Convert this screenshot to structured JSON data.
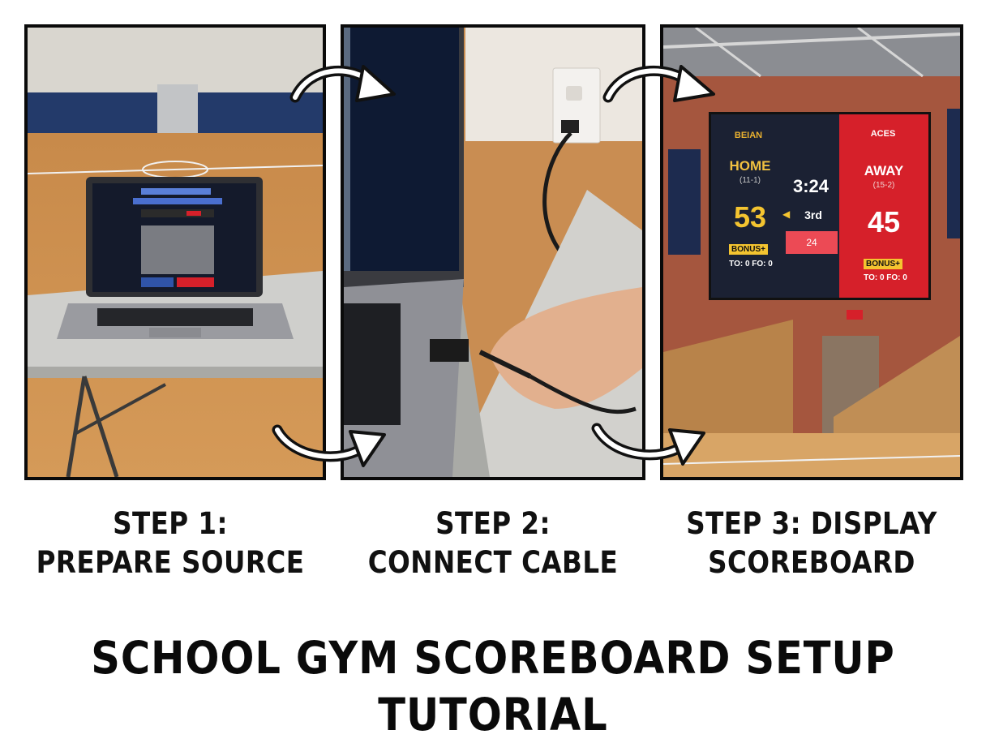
{
  "steps": [
    {
      "line1": "STEP 1:",
      "line2": "PREPARE SOURCE"
    },
    {
      "line1": "STEP 2:",
      "line2": "CONNECT CABLE"
    },
    {
      "line1": "STEP 3: DISPLAY",
      "line2": "SCOREBOARD"
    }
  ],
  "title": "SCHOOL GYM SCOREBOARD SETUP TUTORIAL",
  "scoreboard": {
    "home": {
      "logo": "BEIAN",
      "label": "HOME",
      "record": "(11-1)",
      "score": "53",
      "bonus": "BONUS+",
      "fouls": "TO: 0  FO: 0"
    },
    "away": {
      "logo": "ACES",
      "label": "AWAY",
      "record": "(15-2)",
      "score": "45",
      "bonus": "BONUS+",
      "fouls": "TO: 0  FO: 0"
    },
    "clock": "3:24",
    "period": "3rd",
    "shot_clock": "24"
  },
  "colors": {
    "home_bg": "#1b2133",
    "away_bg": "#d6202a",
    "score_yellow": "#f4c430",
    "frame": "#0a0a0a"
  }
}
